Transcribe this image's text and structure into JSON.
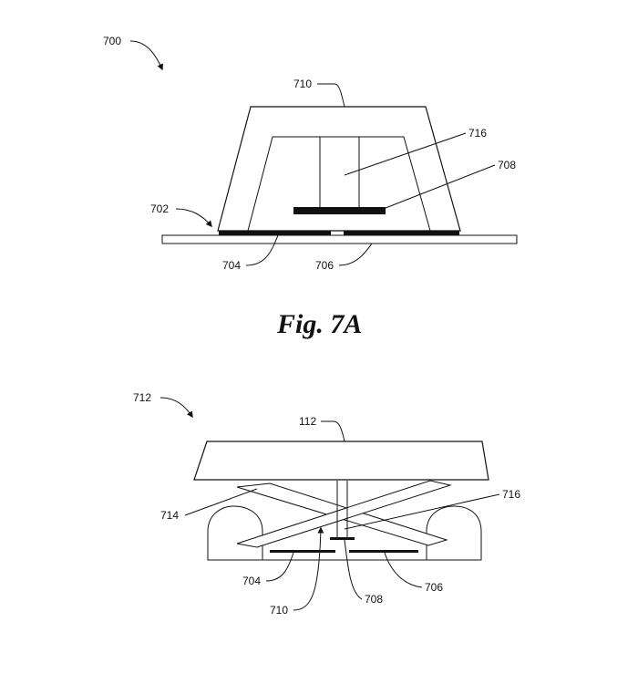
{
  "figure_a": {
    "reference_label": "700",
    "caption": "Fig. 7A",
    "labels": {
      "keycap": "710",
      "plunger": "716",
      "contact_plate": "708",
      "base_edge": "702",
      "left_trace": "704",
      "gap": "706"
    }
  },
  "figure_b": {
    "reference_label": "712",
    "labels": {
      "keycap": "112",
      "scissor": "714",
      "plunger": "716",
      "left_trace": "704",
      "opening": "710",
      "contact_plate": "708",
      "right_trace": "706"
    }
  }
}
